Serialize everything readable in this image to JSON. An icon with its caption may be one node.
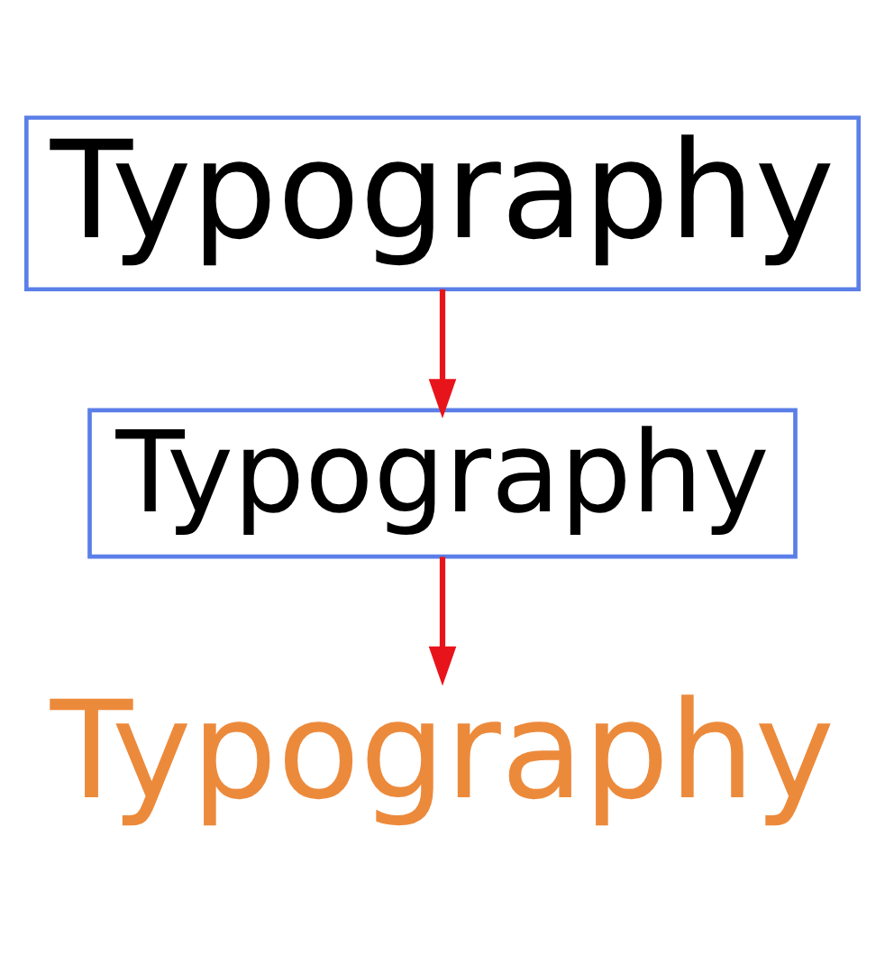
{
  "diagram": {
    "nodes": [
      {
        "text": [
          "Typography"
        ]
      },
      {
        "text": [
          "Typography"
        ]
      },
      {
        "text": [
          "Typography"
        ]
      }
    ],
    "edges": [
      {
        "from": 0,
        "to": 1,
        "arrow": "to"
      },
      {
        "from": 1,
        "to": 2,
        "arrow": "to"
      }
    ]
  }
}
